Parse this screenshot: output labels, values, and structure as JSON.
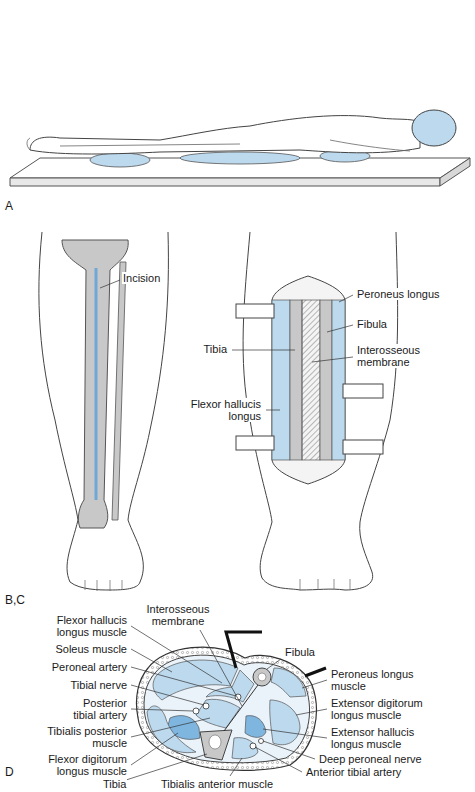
{
  "diagram": {
    "labels": [
      "A",
      "Incision",
      "Peroneus longus",
      "Fibula",
      "Tibia",
      "Interosseous membrane",
      "Flexor hallucis longus",
      "B,C",
      "Interosseous membrane",
      "Flexor hallucis longus muscle",
      "Soleus muscle",
      "Peroneal artery",
      "Tibial nerve",
      "Posterior tibial artery",
      "Tibialis posterior muscle",
      "Flexor digitorum longus muscle",
      "Fibula",
      "Peroneus longus muscle",
      "Extensor digitorum longus muscle",
      "Extensor hallucis longus muscle",
      "Deep peroneal nerve",
      "Anterior tibial artery",
      "Tibia",
      "Tibialis anterior muscle",
      "D"
    ]
  }
}
